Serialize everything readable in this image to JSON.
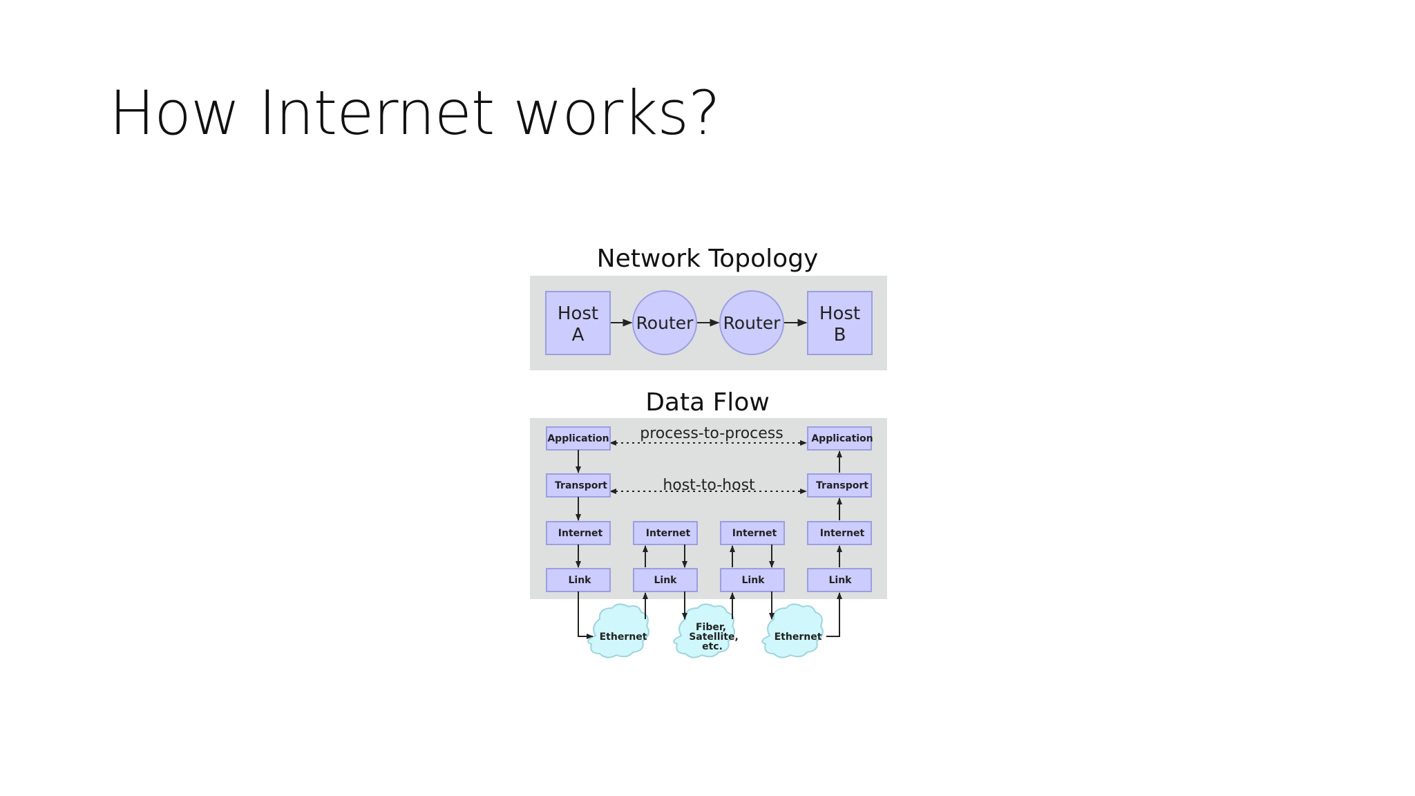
{
  "slide": {
    "title": "How Internet works?"
  },
  "diagram": {
    "topology": {
      "title": "Network Topology",
      "nodes": [
        {
          "kind": "host",
          "lines": [
            "Host",
            "A"
          ]
        },
        {
          "kind": "router",
          "lines": [
            "Router"
          ]
        },
        {
          "kind": "router",
          "lines": [
            "Router"
          ]
        },
        {
          "kind": "host",
          "lines": [
            "Host",
            "B"
          ]
        }
      ]
    },
    "dataflow": {
      "title": "Data Flow",
      "peer_labels": {
        "application": "process-to-process",
        "transport": "host-to-host"
      },
      "layers": {
        "application": "Application",
        "transport": "Transport",
        "internet": "Internet",
        "link": "Link"
      },
      "clouds": [
        {
          "lines": [
            "Ethernet"
          ]
        },
        {
          "lines": [
            "Fiber,",
            "Satellite,",
            "etc."
          ]
        },
        {
          "lines": [
            "Ethernet"
          ]
        }
      ]
    },
    "colors": {
      "panel_background": "#dde0df",
      "node_fill": "#ccccff",
      "node_stroke": "#9d9de0",
      "cloud_fill": "#cff7fc",
      "cloud_stroke": "#9fd4dc",
      "line": "#222222"
    }
  }
}
